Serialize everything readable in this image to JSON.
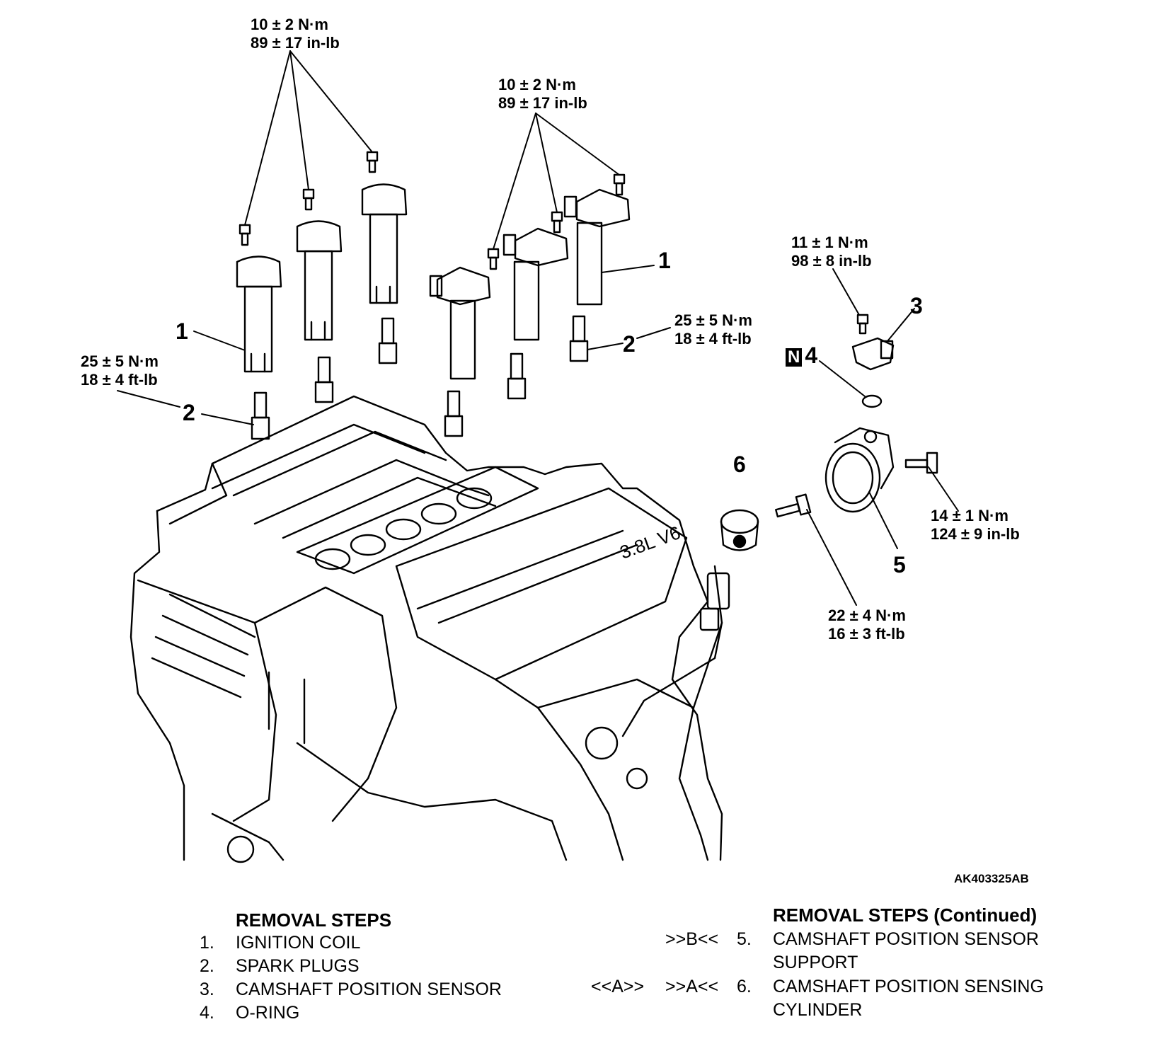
{
  "torque_labels": {
    "coil_bolts_left": [
      "10 ± 2 N·m",
      "89 ± 17 in-lb"
    ],
    "coil_bolts_right": [
      "10 ± 2 N·m",
      "89 ± 17 in-lb"
    ],
    "spark_plug_left": [
      "25 ± 5 N·m",
      "18 ± 4 ft-lb"
    ],
    "spark_plug_right": [
      "25 ± 5 N·m",
      "18 ± 4 ft-lb"
    ],
    "sensor_bolt": [
      "11 ± 1 N·m",
      "98 ± 8 in-lb"
    ],
    "support_bolt": [
      "14 ± 1 N·m",
      "124 ± 9 in-lb"
    ],
    "cylinder_bolt": [
      "22 ± 4 N·m",
      "16 ± 3 ft-lb"
    ]
  },
  "callouts": {
    "c1a": "1",
    "c1b": "1",
    "c2a": "2",
    "c2b": "2",
    "c3": "3",
    "c4_box": "N",
    "c4": "4",
    "c5": "5",
    "c6": "6"
  },
  "figure_id": "AK403325AB",
  "removal_left": {
    "title": "REMOVAL STEPS",
    "steps": [
      {
        "num": "1.",
        "text": "IGNITION COIL"
      },
      {
        "num": "2.",
        "text": "SPARK PLUGS"
      },
      {
        "num": "3.",
        "text": "CAMSHAFT POSITION SENSOR"
      },
      {
        "num": "4.",
        "text": "O-RING"
      }
    ]
  },
  "removal_right": {
    "title": "REMOVAL STEPS (Continued)",
    "step5": {
      "mark": ">>B<<",
      "num": "5.",
      "line1": "CAMSHAFT POSITION SENSOR",
      "line2": "SUPPORT"
    },
    "step6": {
      "mark_install": "<<A>>",
      "mark": ">>A<<",
      "num": "6.",
      "line1": "CAMSHAFT POSITION SENSING",
      "line2": "CYLINDER"
    }
  }
}
